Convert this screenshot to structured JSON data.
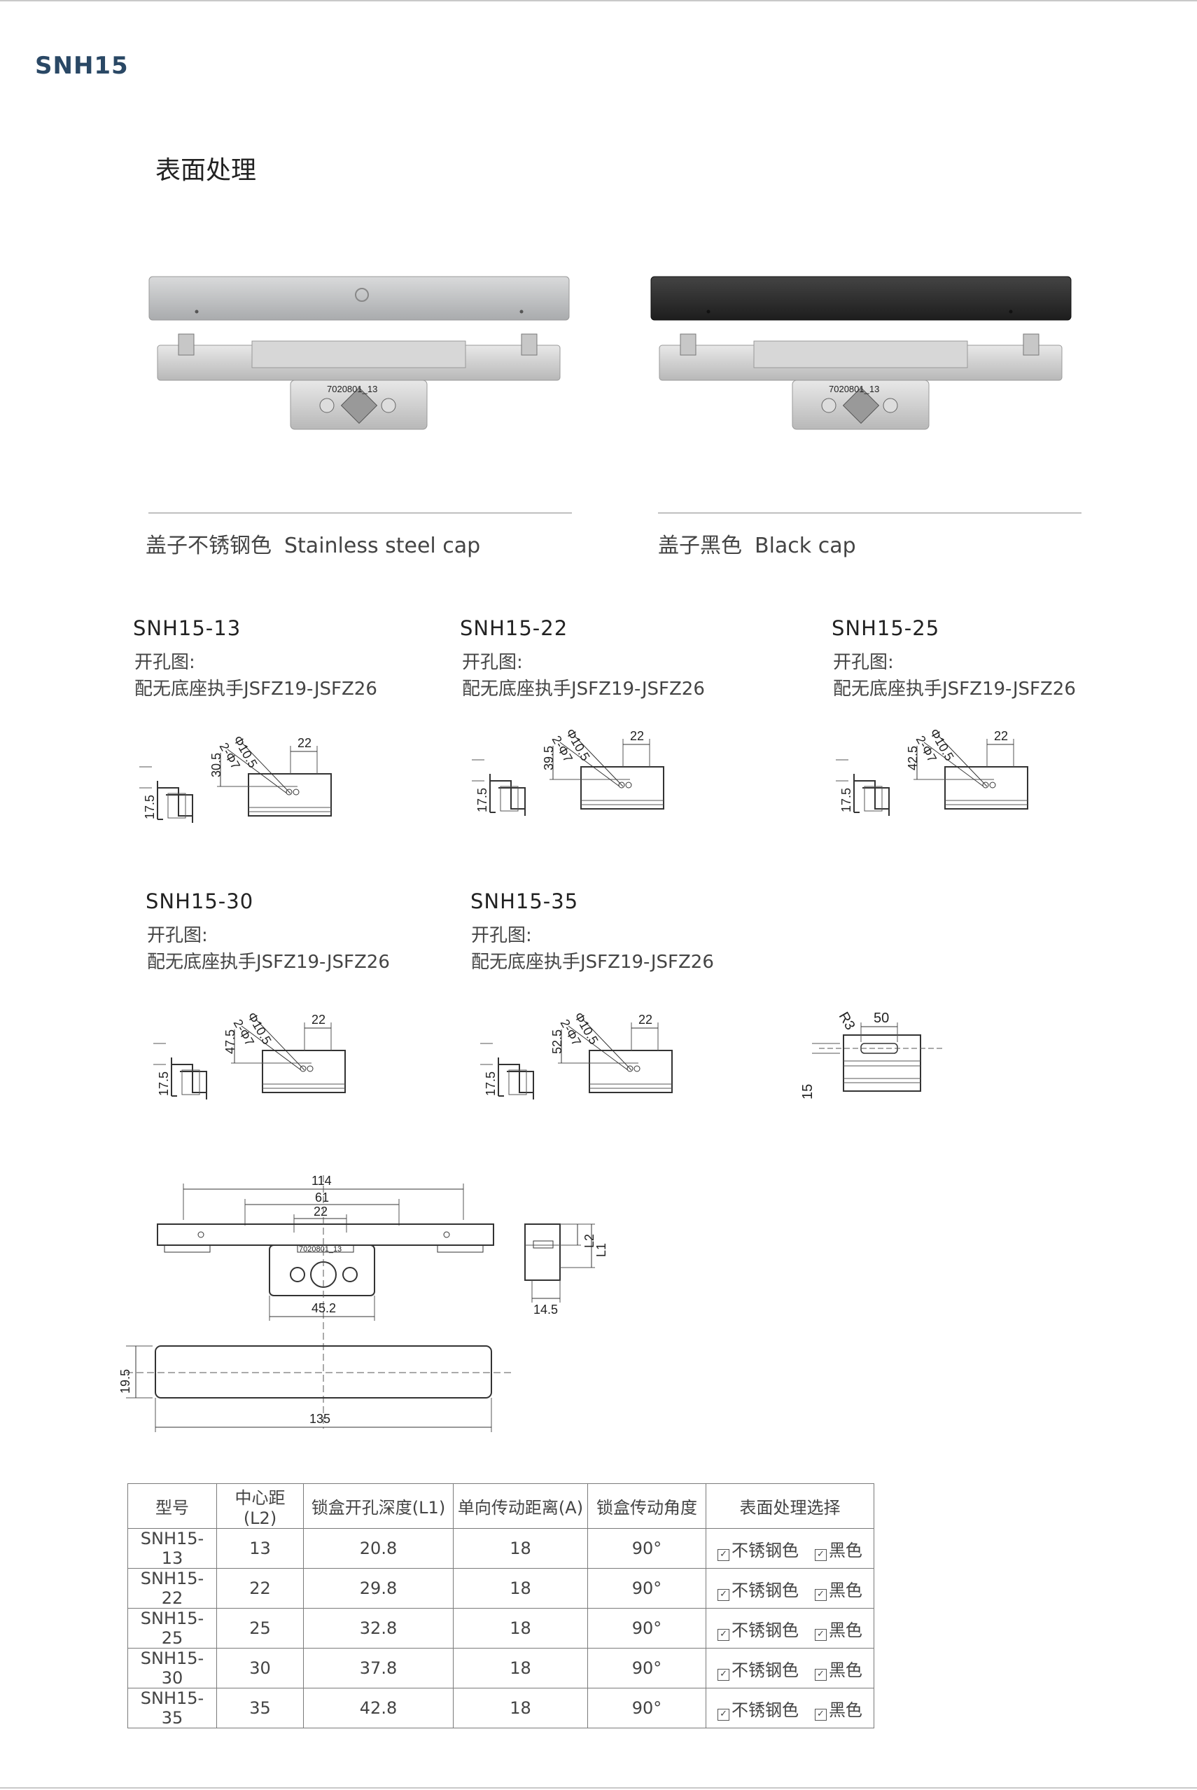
{
  "brand": "SNH15",
  "section_title": "表面处理",
  "caps": [
    {
      "label_cn": "盖子不锈钢色",
      "label_en": "Stainless steel cap",
      "cap_color": "#b9bbbd",
      "part_stamp": "7020801_13"
    },
    {
      "label_cn": "盖子黑色",
      "label_en": "Black cap",
      "cap_color": "#2b2b2b",
      "part_stamp": "7020801_13"
    }
  ],
  "hole_label": "开孔图:",
  "handle_note": "配无底座执手JSFZ19-JSFZ26",
  "models": [
    {
      "name": "SNH15-13",
      "dim_a": "17.5",
      "dim_b": "30.5",
      "dim_d1": "2-Φ7",
      "dim_d2": "Φ10.5",
      "dim_w": "22"
    },
    {
      "name": "SNH15-22",
      "dim_a": "17.5",
      "dim_b": "39.5",
      "dim_d1": "2-Φ7",
      "dim_d2": "Φ10.5",
      "dim_w": "22"
    },
    {
      "name": "SNH15-25",
      "dim_a": "17.5",
      "dim_b": "42.5",
      "dim_d1": "2-Φ7",
      "dim_d2": "Φ10.5",
      "dim_w": "22"
    },
    {
      "name": "SNH15-30",
      "dim_a": "17.5",
      "dim_b": "47.5",
      "dim_d1": "2-Φ7",
      "dim_d2": "Φ10.5",
      "dim_w": "22"
    },
    {
      "name": "SNH15-35",
      "dim_a": "17.5",
      "dim_b": "52.5",
      "dim_d1": "2-Φ7",
      "dim_d2": "Φ10.5",
      "dim_w": "22"
    }
  ],
  "groove": {
    "r": "R3",
    "w": "50",
    "h": "15"
  },
  "main_drawing": {
    "d114": "114",
    "d61": "61",
    "d22": "22",
    "d45": "45.2",
    "stamp": "7020801_13",
    "d14": "14.5",
    "l2": "L2",
    "l1": "L1",
    "d19": "19.5",
    "d135": "135"
  },
  "table": {
    "headers": [
      "型号",
      "中心距(L2)",
      "锁盒开孔深度(L1)",
      "单向传动距离(A)",
      "锁盒传动角度",
      "表面处理选择"
    ],
    "rows": [
      {
        "model": "SNH15-13",
        "l2": "13",
        "l1": "20.8",
        "a": "18",
        "angle": "90°",
        "opt1": "不锈钢色",
        "opt2": "黑色"
      },
      {
        "model": "SNH15-22",
        "l2": "22",
        "l1": "29.8",
        "a": "18",
        "angle": "90°",
        "opt1": "不锈钢色",
        "opt2": "黑色"
      },
      {
        "model": "SNH15-25",
        "l2": "25",
        "l1": "32.8",
        "a": "18",
        "angle": "90°",
        "opt1": "不锈钢色",
        "opt2": "黑色"
      },
      {
        "model": "SNH15-30",
        "l2": "30",
        "l1": "37.8",
        "a": "18",
        "angle": "90°",
        "opt1": "不锈钢色",
        "opt2": "黑色"
      },
      {
        "model": "SNH15-35",
        "l2": "35",
        "l1": "42.8",
        "a": "18",
        "angle": "90°",
        "opt1": "不锈钢色",
        "opt2": "黑色"
      }
    ]
  }
}
